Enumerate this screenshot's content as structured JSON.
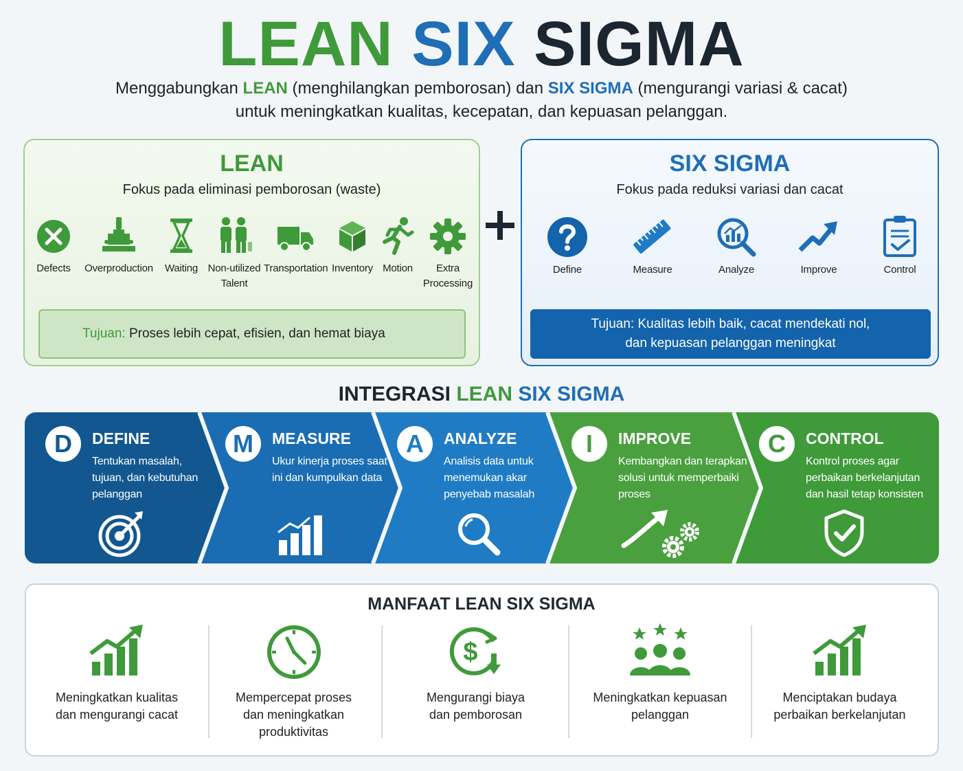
{
  "header": {
    "title_lean": "LEAN",
    "title_six": "SIX",
    "title_sigma": "SIGMA",
    "subtitle_1": "Menggabungkan ",
    "subtitle_lean": "LEAN",
    "subtitle_2": " (menghilangkan pemborosan) dan ",
    "subtitle_sigma": "SIX SIGMA",
    "subtitle_3": " (mengurangi variasi & cacat)",
    "subtitle_line2": "untuk meningkatkan kualitas, kecepatan, dan kepuasan pelanggan."
  },
  "lean": {
    "title": "LEAN",
    "subtitle": "Fokus pada eliminasi pemborosan (waste)",
    "items": [
      {
        "label": "Defects",
        "icon": "x-circle-icon"
      },
      {
        "label": "Overproduction",
        "icon": "factory-icon"
      },
      {
        "label": "Waiting",
        "icon": "hourglass-icon"
      },
      {
        "label": "Non-utilized",
        "label2": "Talent",
        "icon": "people-icon"
      },
      {
        "label": "Transportation",
        "icon": "truck-icon"
      },
      {
        "label": "Inventory",
        "icon": "box-icon"
      },
      {
        "label": "Motion",
        "icon": "running-person-icon"
      },
      {
        "label": "Extra",
        "label2": "Processing",
        "icon": "gear-icon"
      }
    ],
    "goal_label": "Tujuan:",
    "goal_text": " Proses lebih cepat, efisien, dan hemat biaya"
  },
  "sigma": {
    "title": "SIX SIGMA",
    "subtitle": "Fokus pada reduksi variasi dan cacat",
    "items": [
      {
        "label": "Define",
        "icon": "question-icon"
      },
      {
        "label": "Measure",
        "icon": "ruler-icon"
      },
      {
        "label": "Analyze",
        "icon": "magnifier-chart-icon"
      },
      {
        "label": "Improve",
        "icon": "trend-up-icon"
      },
      {
        "label": "Control",
        "icon": "clipboard-check-icon"
      }
    ],
    "goal_line1": "Tujuan: Kualitas lebih baik, cacat mendekati nol,",
    "goal_line2": "dan kepuasan pelanggan meningkat"
  },
  "integration": {
    "title_1": "INTEGRASI ",
    "title_lean": "LEAN",
    "title_sigma": " SIX SIGMA",
    "steps": [
      {
        "letter": "D",
        "name": "DEFINE",
        "desc": "Tentukan masalah, tujuan, dan kebutuhan pelanggan",
        "icon": "target-icon",
        "color": "#12578f"
      },
      {
        "letter": "M",
        "name": "MEASURE",
        "desc": "Ukur kinerja proses saat ini dan kumpulkan data",
        "icon": "bar-chart-icon",
        "color": "#1a6db3"
      },
      {
        "letter": "A",
        "name": "ANALYZE",
        "desc": "Analisis data untuk menemukan akar penyebab masalah",
        "icon": "magnifier-icon",
        "color": "#1f7cc4"
      },
      {
        "letter": "I",
        "name": "IMPROVE",
        "desc": "Kembangkan dan terapkan solusi untuk memperbaiki proses",
        "icon": "arrow-gears-icon",
        "color": "#4aa03f"
      },
      {
        "letter": "C",
        "name": "CONTROL",
        "desc": "Kontrol proses agar perbaikan berkelanjutan dan hasil tetap konsisten",
        "icon": "shield-check-icon",
        "color": "#3f9a3a"
      }
    ]
  },
  "benefits": {
    "title": "MANFAAT LEAN SIX SIGMA",
    "items": [
      {
        "line1": "Meningkatkan kualitas",
        "line2": "dan mengurangi cacat",
        "icon": "growth-chart-icon"
      },
      {
        "line1": "Mempercepat proses",
        "line2": "dan meningkatkan",
        "line3": "produktivitas",
        "icon": "clock-icon"
      },
      {
        "line1": "Mengurangi biaya",
        "line2": "dan pemborosan",
        "icon": "dollar-down-icon"
      },
      {
        "line1": "Meningkatkan kepuasan",
        "line2": "pelanggan",
        "icon": "customers-stars-icon"
      },
      {
        "line1": "Menciptakan budaya",
        "line2": "perbaikan berkelanjutan",
        "icon": "growth-chart-icon"
      }
    ]
  },
  "colors": {
    "green": "#3f9a3a",
    "blue": "#1f6eb6",
    "dark": "#1c2630"
  }
}
